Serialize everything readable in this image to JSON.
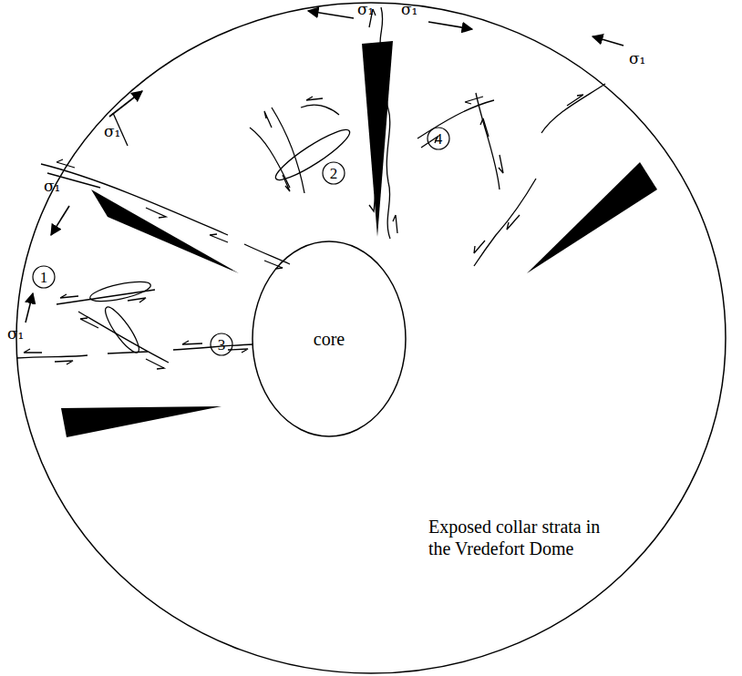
{
  "diagram": {
    "nodes": [
      {
        "text": [
          "Exposed collar strata in the Vredefort Dome"
        ]
      },
      {
        "text": [
          "core"
        ],
        "in": 0
      },
      {
        "text": [
          "1"
        ],
        "in": 0
      },
      {
        "text": [
          "2"
        ],
        "in": 0
      },
      {
        "text": [
          "3"
        ],
        "in": 0
      },
      {
        "text": [
          "4"
        ],
        "in": 0
      }
    ],
    "labels": [
      "σ₁",
      "σ₁",
      "σ₁",
      "σ₁",
      "σ₁",
      "σ₁"
    ]
  }
}
